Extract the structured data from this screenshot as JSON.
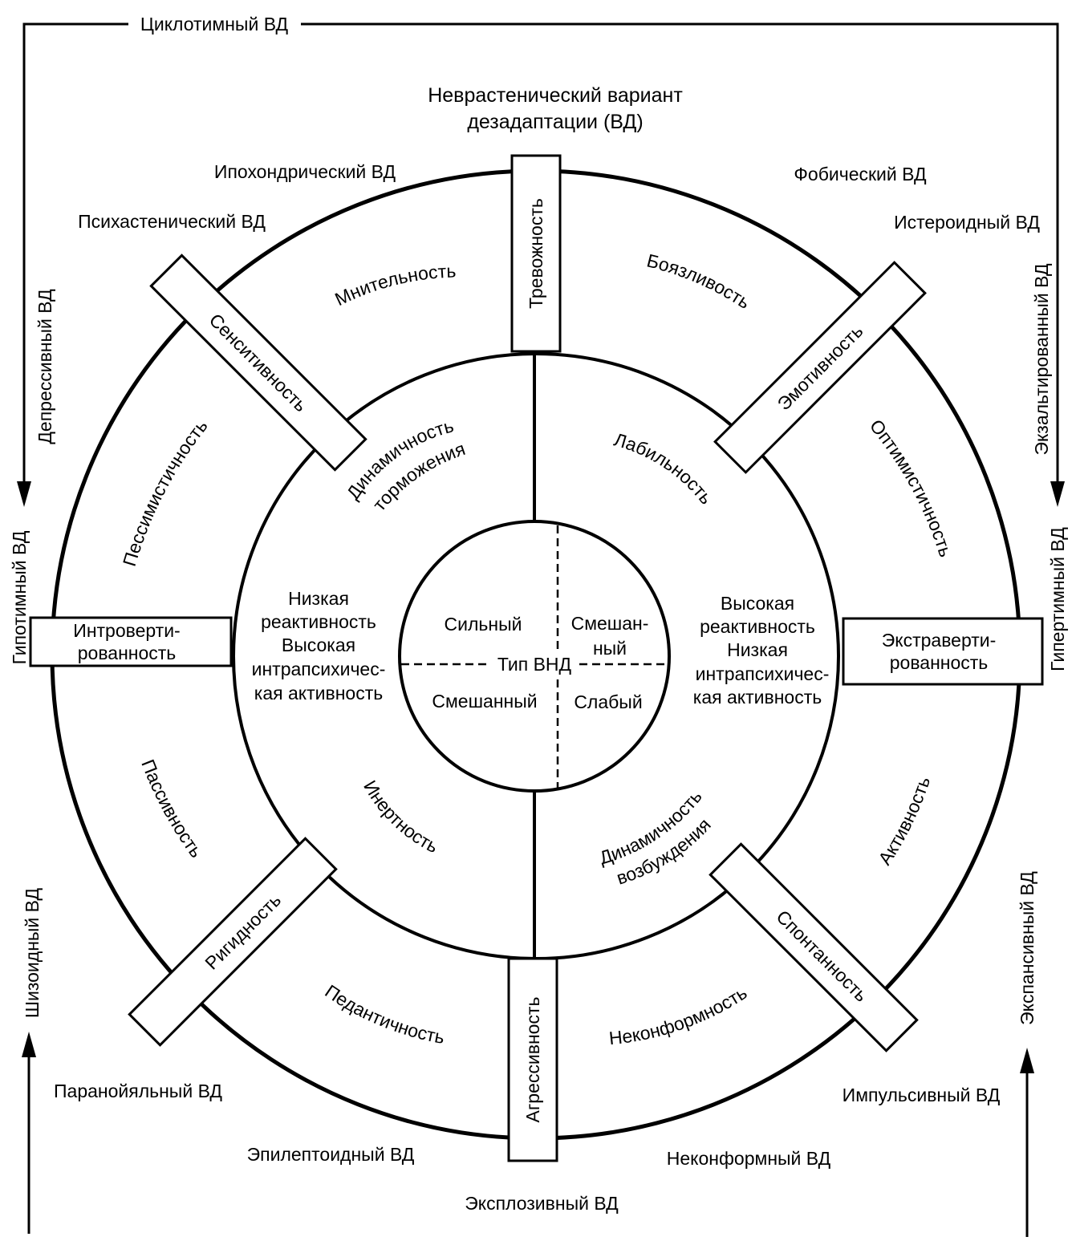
{
  "top_frame": {
    "label": "Циклотимный ВД"
  },
  "title": {
    "line1": "Неврастенический вариант",
    "line2": "дезадаптации (ВД)"
  },
  "outer_labels": {
    "ipokhondricheskiy": "Ипохондрический ВД",
    "fobicheskiy": "Фобический ВД",
    "psikhastenicheskiy": "Психастенический ВД",
    "isteroidnyy": "Истероидный ВД",
    "depressivnyy": "Депрессивный ВД",
    "ekzaltirovannyy": "Экзальтированный ВД",
    "gipotimnyy": "Гипотимный ВД",
    "gipertimnyy": "Гипертимный ВД",
    "shizoidnyy": "Шизоидный ВД",
    "ekspansivnyy": "Экспансивный ВД",
    "paranoyalnyy": "Паранойяльный ВД",
    "impulsivnyy": "Импульсивный ВД",
    "epileptoidnyy": "Эпилептоидный ВД",
    "nekonformnyy": "Неконформный ВД",
    "eksplozivnyy": "Эксплозивный ВД"
  },
  "boxes": {
    "trevozhnost": "Тревожность",
    "sensitivnost": "Сенситивность",
    "emotivnost": "Эмотивность",
    "introvert_line1": "Интроверти-",
    "introvert_line2": "рованность",
    "extravert_line1": "Экстраверти-",
    "extravert_line2": "рованность",
    "rigidnost": "Ригидность",
    "spontannost": "Спонтанность",
    "agressivnost": "Агрессивность"
  },
  "outer_ring": {
    "mnitelnost": "Мнительность",
    "boyazlivost": "Боязливость",
    "pessimistichnost": "Пессимистичность",
    "optimistichnost": "Оптимистичность",
    "passivnost": "Пассивность",
    "aktivnost": "Активность",
    "pedantichnost": "Педантичность",
    "nekonformnost": "Неконформность"
  },
  "middle_ring": {
    "dinamichnost_tormozheniya_1": "Динамичность",
    "dinamichnost_tormozheniya_2": "торможения",
    "labilnost": "Лабильность",
    "inertnost": "Инертность",
    "dinamichnost_vozbuzhdeniya_1": "Динамичность",
    "dinamichnost_vozbuzhdeniya_2": "возбуждения",
    "left_1": "Низкая",
    "left_2": "реактивность",
    "left_3": "Высокая",
    "left_4": "интрапсихичес-",
    "left_5": "кая активность",
    "right_1": "Высокая",
    "right_2": "реактивность",
    "right_3": "Низкая",
    "right_4": "интрапсихичес-",
    "right_5": "кая активность"
  },
  "center": {
    "silnyy": "Сильный",
    "smeshan_1": "Смешан-",
    "smeshan_2": "ный",
    "tip_vnd": "Тип ВНД",
    "smeshannyy": "Смешанный",
    "slabyy": "Слабый"
  }
}
